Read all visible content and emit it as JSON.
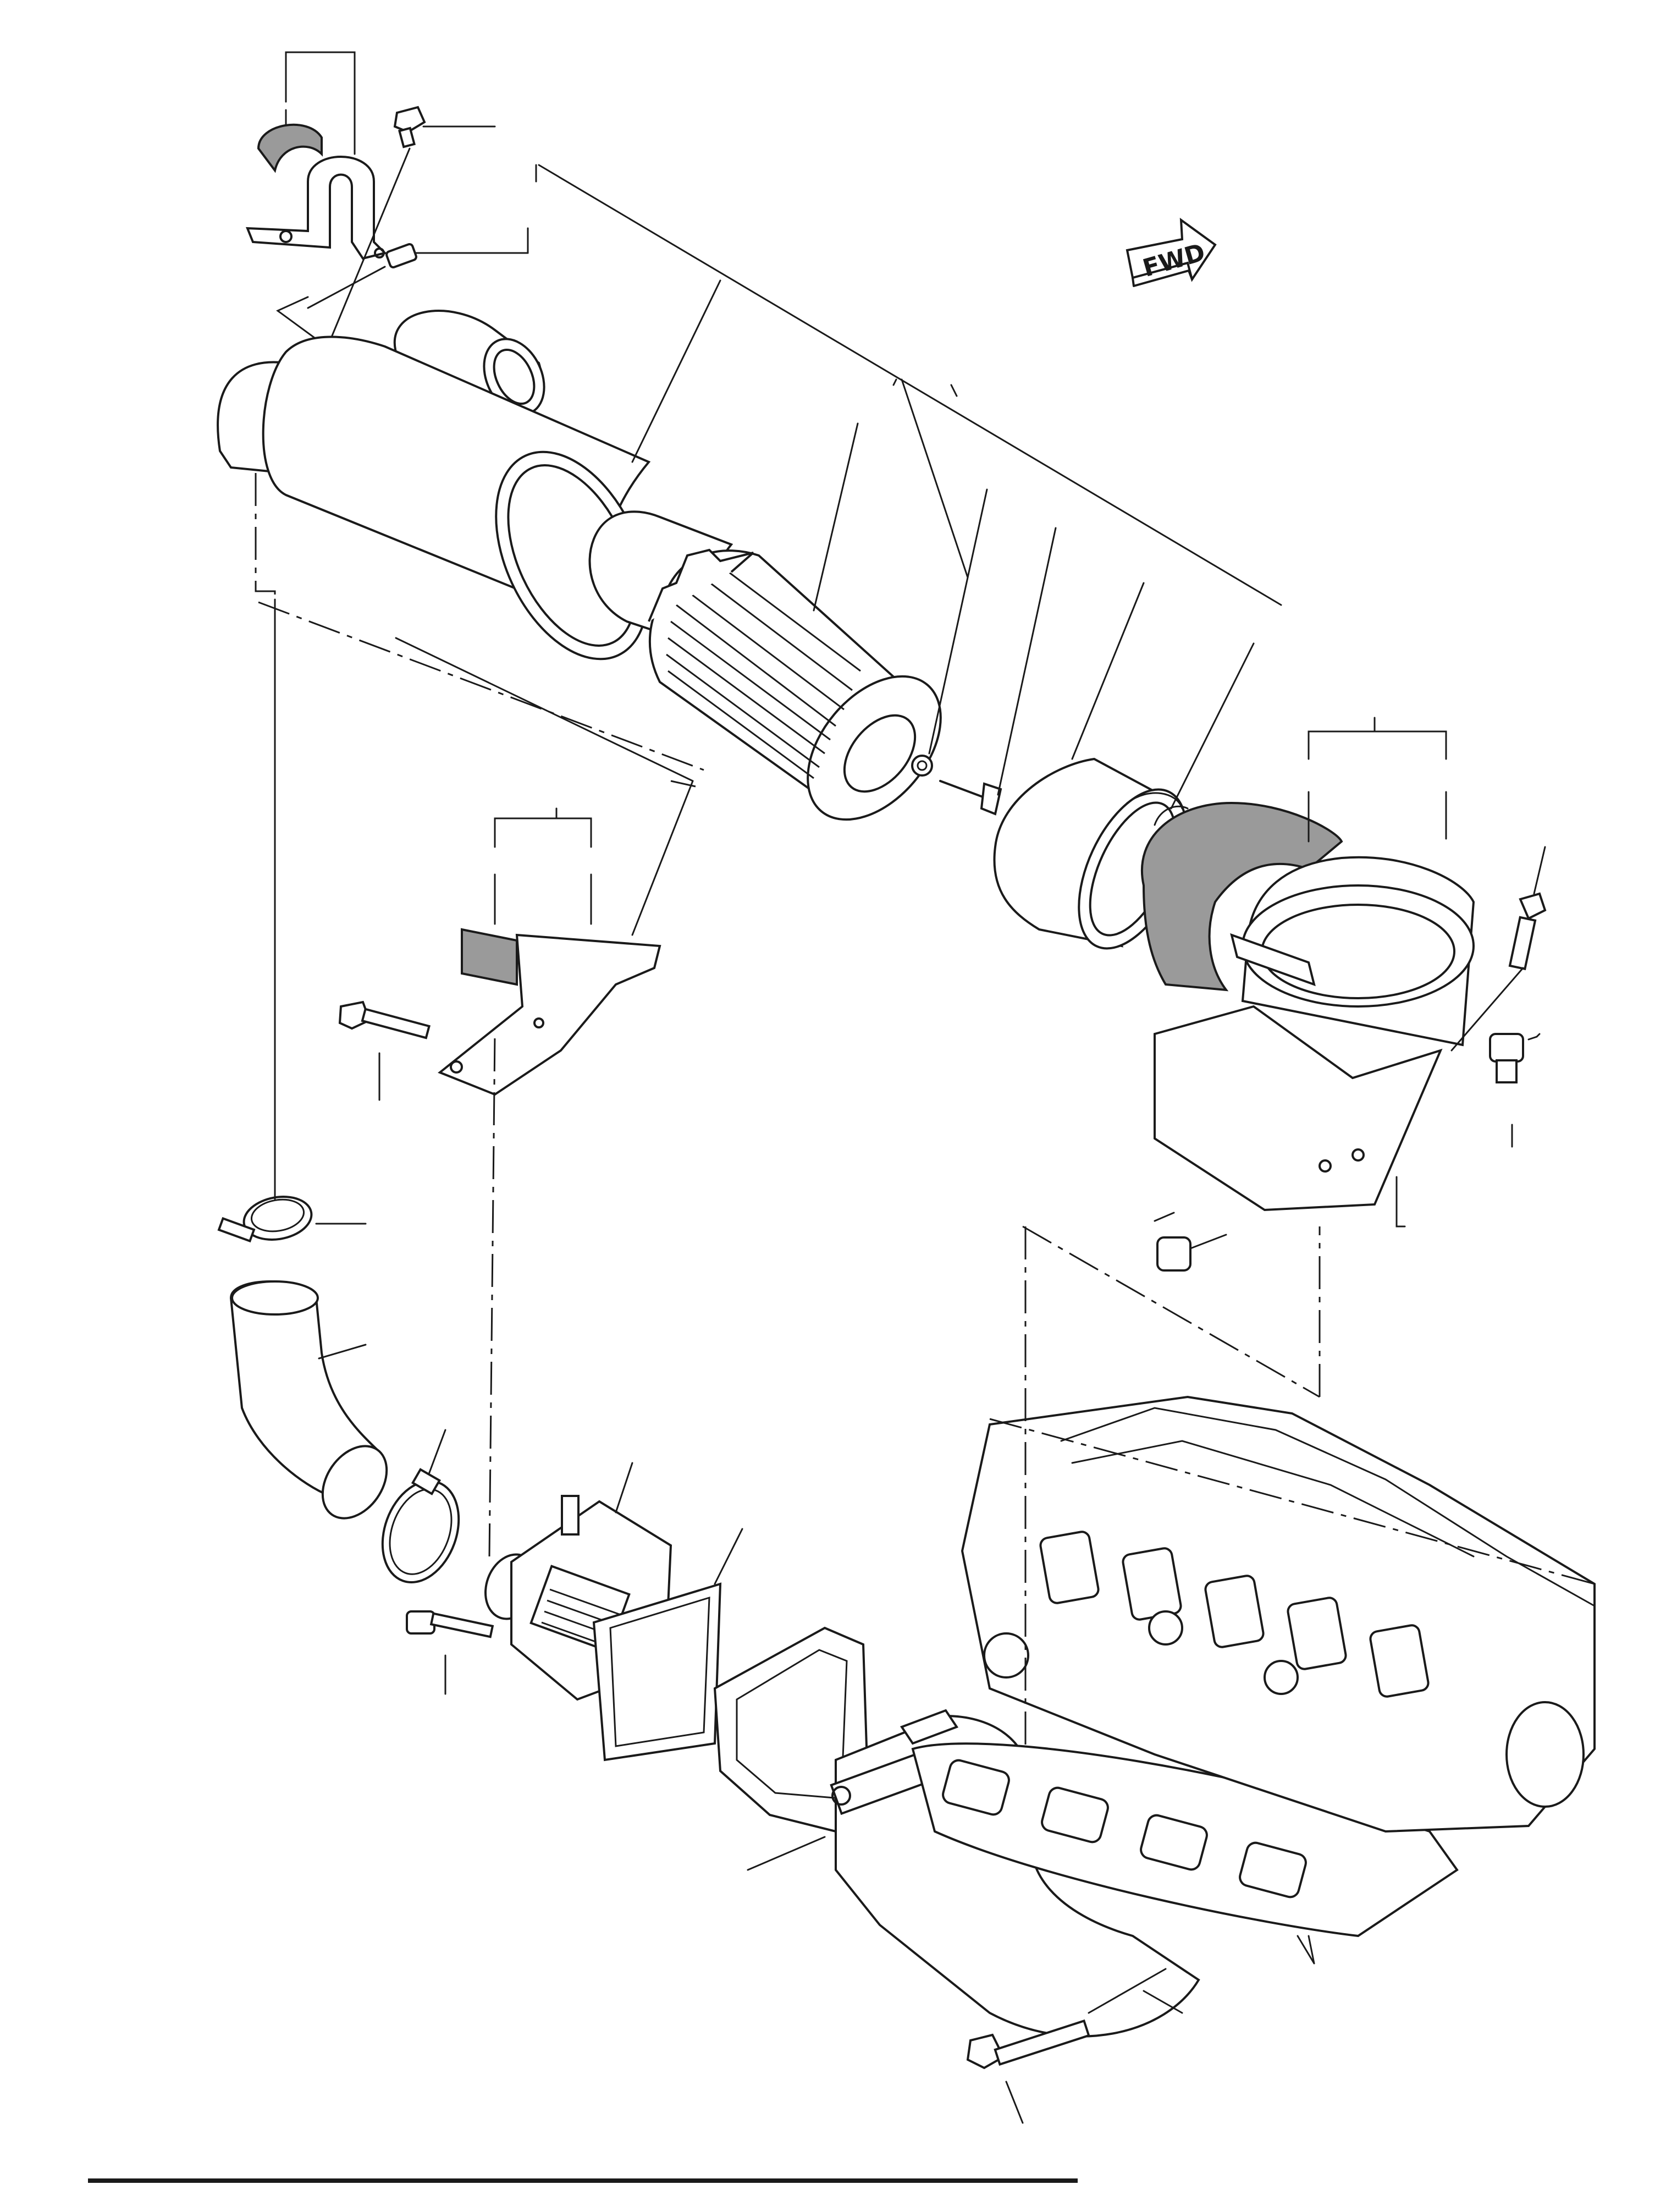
{
  "diagram": {
    "direction_arrow": {
      "label": "FWD"
    },
    "parts": [
      {
        "name": "air-cleaner-bracket-band",
        "icon": "bracket-icon"
      },
      {
        "name": "rubber-pad",
        "icon": "pad-icon"
      },
      {
        "name": "bracket-bolt",
        "icon": "bolt-icon"
      },
      {
        "name": "air-cleaner-body",
        "icon": "canister-icon"
      },
      {
        "name": "filter-element",
        "icon": "filter-icon"
      },
      {
        "name": "wing-nut",
        "icon": "nut-icon"
      },
      {
        "name": "wing-bolt",
        "icon": "bolt-icon"
      },
      {
        "name": "cap-assembly",
        "icon": "cap-icon"
      },
      {
        "name": "foam-pad",
        "icon": "foam-icon"
      },
      {
        "name": "support-band-bracket",
        "icon": "band-bracket-icon"
      },
      {
        "name": "mounting-bolts",
        "icon": "bolt-icon"
      },
      {
        "name": "hose-clamp",
        "icon": "clamp-icon"
      },
      {
        "name": "elbow-hose",
        "icon": "hose-icon"
      },
      {
        "name": "intake-heater",
        "icon": "heater-icon"
      },
      {
        "name": "gasket",
        "icon": "gasket-icon"
      },
      {
        "name": "intake-manifold",
        "icon": "manifold-icon"
      },
      {
        "name": "cylinder-head",
        "icon": "engine-block-icon"
      },
      {
        "name": "manifold-bolts",
        "icon": "bolt-icon"
      }
    ]
  }
}
